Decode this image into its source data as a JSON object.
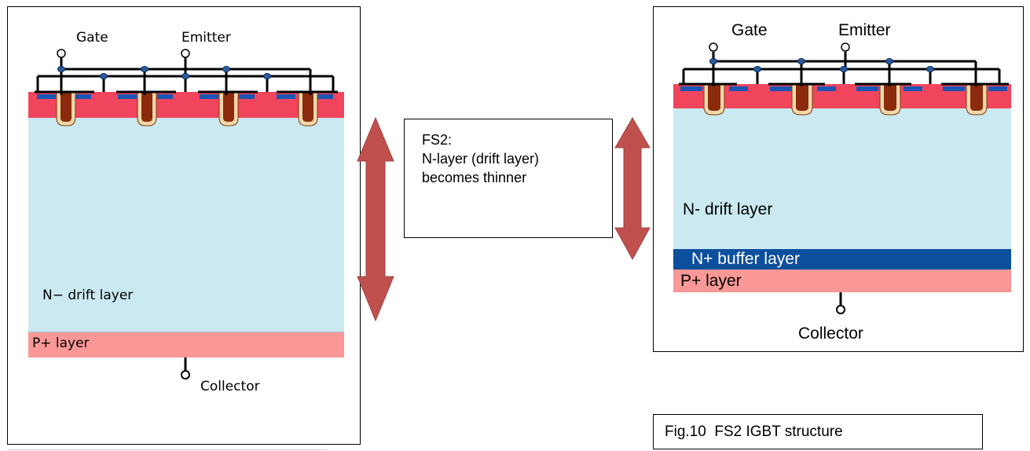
{
  "left_diagram": {
    "gate_label": "Gate",
    "emitter_label": "Emitter",
    "n_drift_label": "N− drift layer",
    "p_plus_label": "P+ layer",
    "collector_label": "Collector"
  },
  "middle_note": {
    "line1": "FS2:",
    "line2": "N-layer (drift layer)",
    "line3": "becomes thinner"
  },
  "right_diagram": {
    "gate_label": "Gate",
    "emitter_label": "Emitter",
    "n_drift_label": "N- drift layer",
    "n_buffer_label": "N+ buffer layer",
    "p_plus_label": "P+ layer",
    "collector_label": "Collector"
  },
  "caption": "Fig.10  FS2 IGBT structure",
  "colors": {
    "n_drift": "#cbe9f1",
    "p_plus": "#f99896",
    "p_base": "#f1455d",
    "n_buffer": "#0c4f9c",
    "n_plus_source": "#1a56b5",
    "gate_trench": "#8b2a0c",
    "arrow": "#c0504d"
  }
}
